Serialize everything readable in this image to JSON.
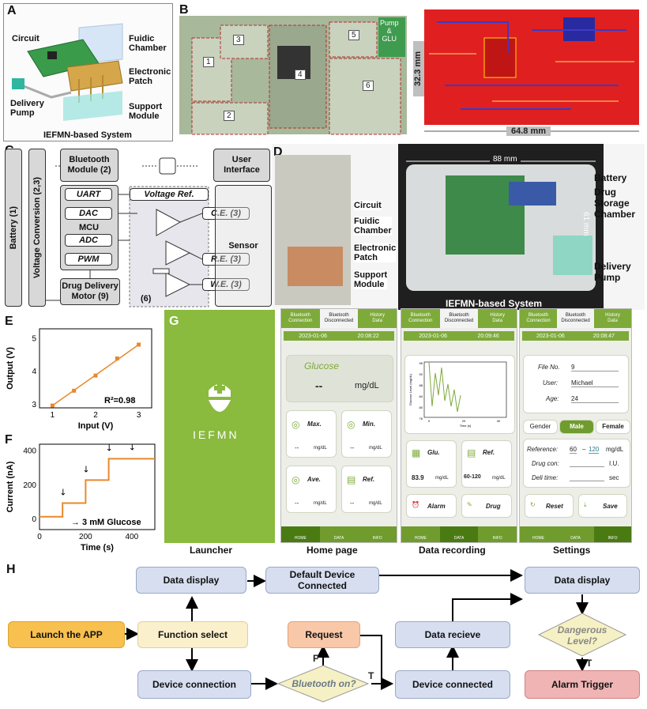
{
  "panels": {
    "a": "A",
    "b": "B",
    "c": "C",
    "d": "D",
    "e": "E",
    "f": "F",
    "g": "G",
    "h": "H"
  },
  "panelA": {
    "circuit": "Circuit",
    "fluidic": "Fuidic\nChamber",
    "patch": "Electronic\nPatch",
    "pump": "Delivery\nPump",
    "support": "Support\nModule",
    "caption": "IEFMN-based System"
  },
  "panelB": {
    "zones": [
      "1",
      "2",
      "3",
      "4",
      "5",
      "6"
    ],
    "pump_glu": "Pump\n&\nGLU",
    "height": "32.3 mm",
    "width": "64.8 mm"
  },
  "panelC": {
    "battery": "Battery (1)",
    "voltage": "Voltage Conversion (2,3)",
    "bluetooth": "Bluetooth\nModule (2)",
    "user": "User\nInterface",
    "mcu": "MCU",
    "uart": "UART",
    "dac": "DAC",
    "adc": "ADC",
    "pwm": "PWM",
    "vref": "Voltage Ref.",
    "ce": "C.E. (3)",
    "re": "R.E. (3)",
    "we": "W.E. (3)",
    "sensor": "Sensor",
    "six": "(6)",
    "motor": "Drug Delivery\nMotor (9)"
  },
  "panelD": {
    "width": "88 mm",
    "height": "61 mm",
    "circuit": "Circuit",
    "fluidic": "Fuidic\nChamber",
    "patch": "Electronic\nPatch",
    "support": "Support\nModule",
    "battery": "Battery",
    "drug": "Drug\nStorage\nChamber",
    "pump": "Delivery\nPump",
    "caption": "IEFMN-based System"
  },
  "chart_data": [
    {
      "type": "scatter",
      "xlabel": "Input (V)",
      "ylabel": "Output (V)",
      "xticks": [
        "1",
        "2",
        "3"
      ],
      "yticks": [
        "3",
        "4",
        "5"
      ],
      "xlim": [
        0.7,
        3.3
      ],
      "ylim": [
        2.9,
        5.3
      ],
      "x": [
        1.0,
        1.5,
        2.0,
        2.5,
        3.0
      ],
      "y": [
        2.97,
        3.42,
        3.88,
        4.4,
        4.82
      ],
      "fit": "linear",
      "annotation": "R²=0.98"
    },
    {
      "type": "line",
      "xlabel": "Time (s)",
      "ylabel": "Current (nA)",
      "xticks": [
        "0",
        "200",
        "400"
      ],
      "yticks": [
        "0",
        "200",
        "400"
      ],
      "xlim": [
        0,
        500
      ],
      "ylim": [
        -60,
        440
      ],
      "steps": [
        [
          0,
          15
        ],
        [
          100,
          95
        ],
        [
          200,
          230
        ],
        [
          300,
          355
        ],
        [
          500,
          360
        ]
      ],
      "arrows_x": [
        100,
        200,
        300,
        400
      ],
      "annotation": "3 mM Glucose"
    }
  ],
  "panelG": {
    "launcher_title": "IEFMN",
    "tabs": [
      "Bluetooth\nConnection",
      "Bluetooth\nDisconnected",
      "History\nData"
    ],
    "nav": [
      "HOME",
      "DATA",
      "INFO"
    ],
    "home": {
      "date": "2023-01-06",
      "time": "20:08:22",
      "glucose_label": "Glucose",
      "glucose_value": "--",
      "unit": "mg/dL",
      "max": "Max.",
      "min": "Min.",
      "ave": "Ave.",
      "ref": "Ref.",
      "dash": "--",
      "unit2": "mg/dL"
    },
    "data": {
      "date": "2023-01-06",
      "time": "20:09:46",
      "ylabel": "Glucose Level (mg/dL)",
      "xlabel": "Time (s)",
      "yticks": [
        "96",
        "92",
        "88",
        "84",
        "80",
        "76"
      ],
      "xticks": [
        "0",
        "20",
        "40"
      ],
      "series": [
        96,
        80,
        92,
        84,
        94,
        82,
        88,
        80,
        86,
        78,
        84
      ],
      "glu": "Glu.",
      "glu_value": "83.9",
      "ref": "Ref.",
      "ref_value": "60-120",
      "unit": "mg/dL",
      "alarm": "Alarm",
      "drug": "Drug"
    },
    "settings": {
      "date": "2023-01-06",
      "time": "20:08:47",
      "file_label": "File No.",
      "file": "9",
      "user_label": "User:",
      "user": "Michael",
      "age_label": "Age:",
      "age": "24",
      "gender": "Gender",
      "male": "Male",
      "female": "Female",
      "ref_label": "Reference:",
      "ref_lo": "60",
      "dash": "–",
      "ref_hi": "120",
      "unit": "mg/dL",
      "drug_label": "Drug con:",
      "drug_unit": "I.U.",
      "deli_label": "Deli time:",
      "deli_unit": "sec",
      "reset": "Reset",
      "save": "Save"
    },
    "captions": [
      "Launcher",
      "Home page",
      "Data recording",
      "Settings"
    ]
  },
  "panelH": {
    "data_display_1": "Data display",
    "default_dev": "Default Device\nConnected",
    "data_display_2": "Data display",
    "launch": "Launch the APP",
    "func_select": "Function select",
    "request": "Request",
    "data_recieve": "Data recieve",
    "danger": "Dangerous\nLevel?",
    "device_conn": "Device connection",
    "bluetooth_on": "Bluetooth on?",
    "device_connected": "Device connected",
    "alarm": "Alarm Trigger",
    "f": "F",
    "t1": "T",
    "t2": "T"
  }
}
